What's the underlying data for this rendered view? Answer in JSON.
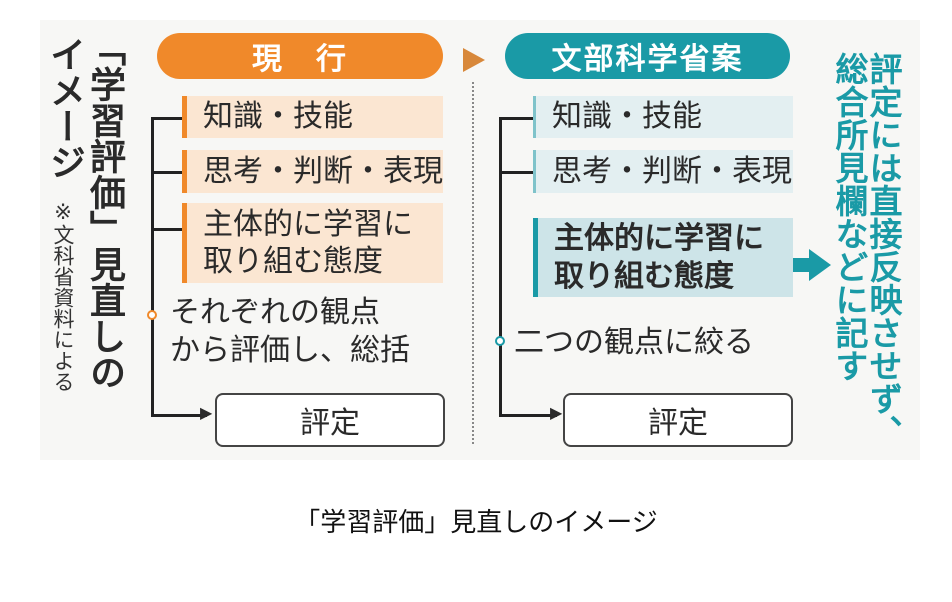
{
  "title": {
    "main": "「学習評価」見直しの",
    "sub": "イメージ",
    "source": "※文科省資料による"
  },
  "current": {
    "header": "現　行",
    "items": [
      "知識・技能",
      "思考・判断・表現",
      "主体的に学習に\n取り組む態度"
    ],
    "note": "それぞれの観点\nから評価し、総括",
    "result": "評定"
  },
  "proposal": {
    "header": "文部科学省案",
    "items": [
      "知識・技能",
      "思考・判断・表現",
      "主体的に学習に\n取り組む態度"
    ],
    "note": "二つの観点に絞る",
    "result": "評定"
  },
  "side_note": {
    "line1": "評定には直接反映させず、",
    "line2": "総合所見欄などに記す"
  },
  "caption": "「学習評価」見直しのイメージ",
  "colors": {
    "orange": "#f0892a",
    "orange_light": "#fbe6d2",
    "teal": "#1a9aa6",
    "teal_light": "#e3eff1",
    "teal_mid": "#cde4e8"
  }
}
